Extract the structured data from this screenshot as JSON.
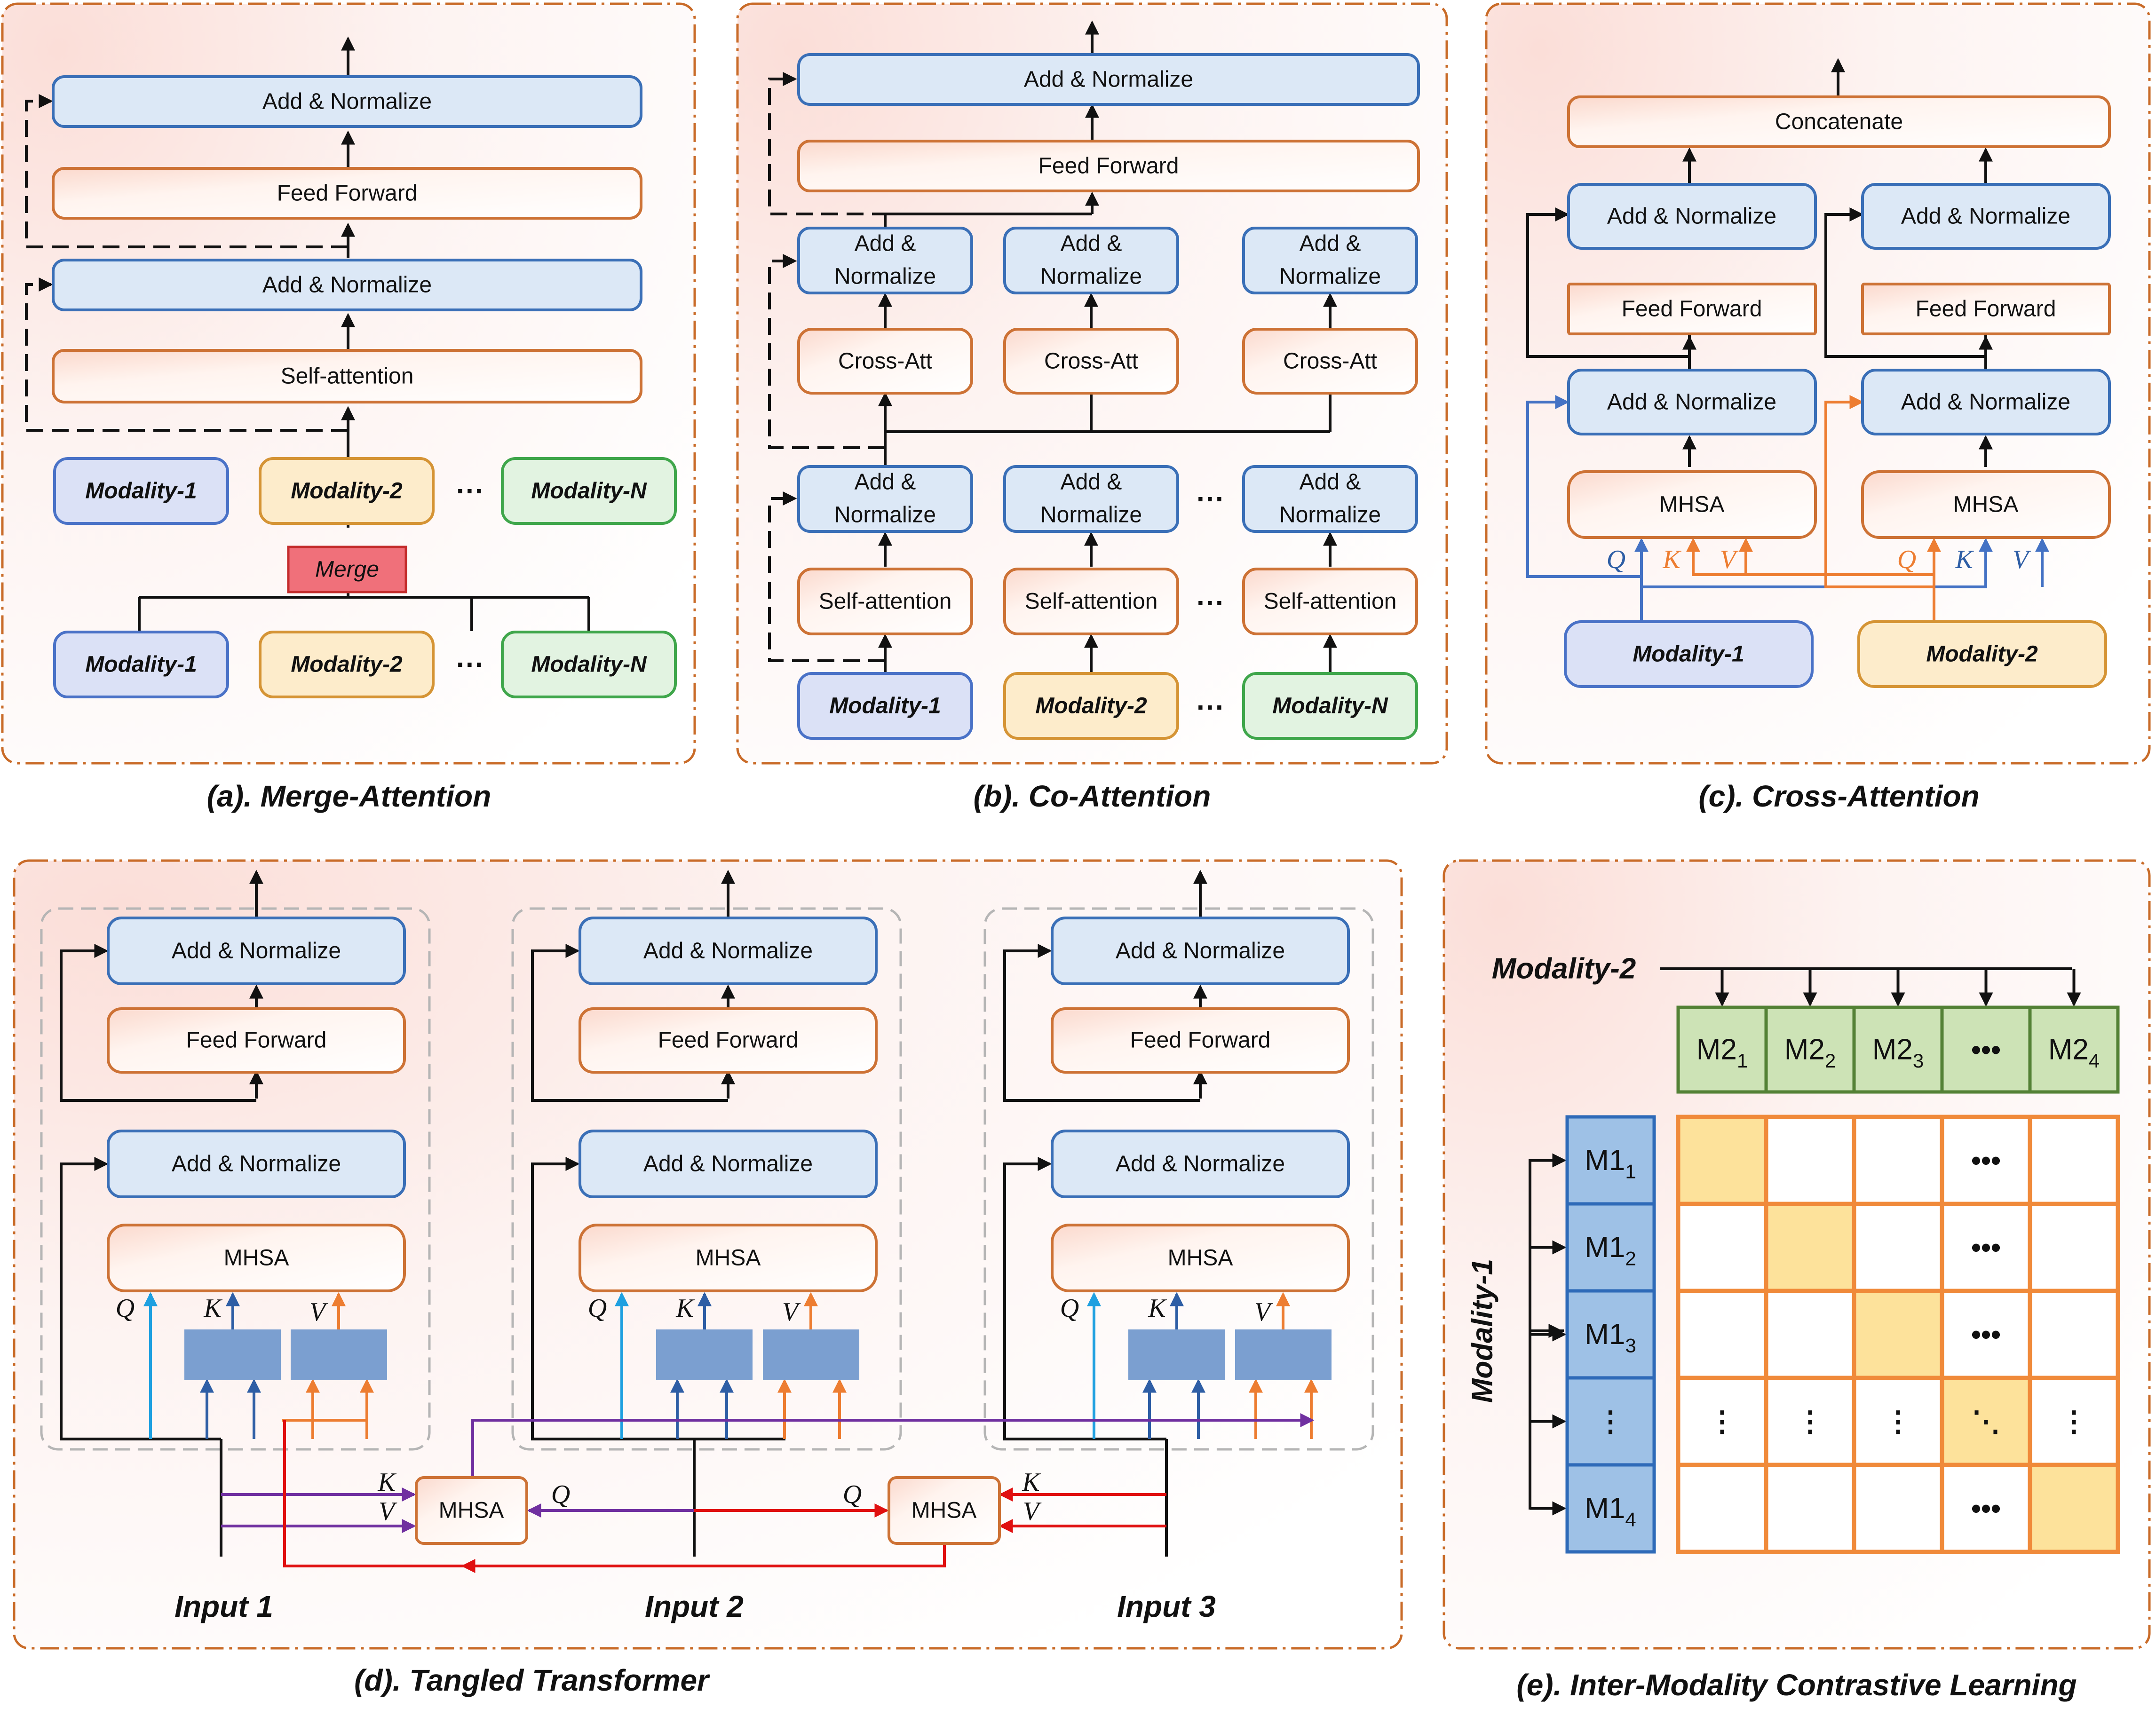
{
  "panel_a": {
    "caption": "(a). Merge-Attention",
    "add_norm_top": "Add & Normalize",
    "feed_forward": "Feed Forward",
    "add_norm_bottom": "Add & Normalize",
    "self_attention": "Self-attention",
    "upper_modalities": [
      "Modality-1",
      "Modality-2",
      "Modality-N"
    ],
    "merge": "Merge",
    "lower_modalities": [
      "Modality-1",
      "Modality-2",
      "Modality-N"
    ],
    "ellipsis": "···"
  },
  "panel_b": {
    "caption": "(b). Co-Attention",
    "add_norm_top": "Add & Normalize",
    "feed_forward": "Feed Forward",
    "cross_add_norm": [
      "Add &",
      "Normalize"
    ],
    "cross_att": "Cross-Att",
    "self_add_norm": [
      "Add &",
      "Normalize"
    ],
    "self_attention": "Self-attention",
    "modalities": [
      "Modality-1",
      "Modality-2",
      "Modality-N"
    ],
    "ellipsis": "···"
  },
  "panel_c": {
    "caption": "(c). Cross-Attention",
    "concatenate": "Concatenate",
    "add_norm": "Add & Normalize",
    "feed_forward": "Feed Forward",
    "mhsa": "MHSA",
    "q": "Q",
    "k": "K",
    "v": "V",
    "modalities": [
      "Modality-1",
      "Modality-2"
    ]
  },
  "panel_d": {
    "caption": "(d).  Tangled Transformer",
    "add_norm": "Add & Normalize",
    "feed_forward": "Feed Forward",
    "mhsa": "MHSA",
    "q": "Q",
    "k": "K",
    "v": "V",
    "inputs": [
      "Input 1",
      "Input 2",
      "Input 3"
    ]
  },
  "panel_e": {
    "caption": "(e). Inter-Modality Contrastive Learning",
    "modality_2": "Modality-2",
    "modality_1": "Modality-1",
    "m2_cells": [
      {
        "base": "M2",
        "sub": "1"
      },
      {
        "base": "M2",
        "sub": "2"
      },
      {
        "base": "M2",
        "sub": "3"
      },
      {
        "text": "•••"
      },
      {
        "base": "M2",
        "sub": "4"
      }
    ],
    "m1_cells": [
      {
        "base": "M1",
        "sub": "1"
      },
      {
        "base": "M1",
        "sub": "2"
      },
      {
        "base": "M1",
        "sub": "3"
      },
      {
        "text": "⋮"
      },
      {
        "base": "M1",
        "sub": "4"
      }
    ],
    "hdots": "•••",
    "vdots": "⋮",
    "ddots": "⋱",
    "colors": {
      "highlight": "#fde29b",
      "grid": "#f08a3a"
    }
  }
}
